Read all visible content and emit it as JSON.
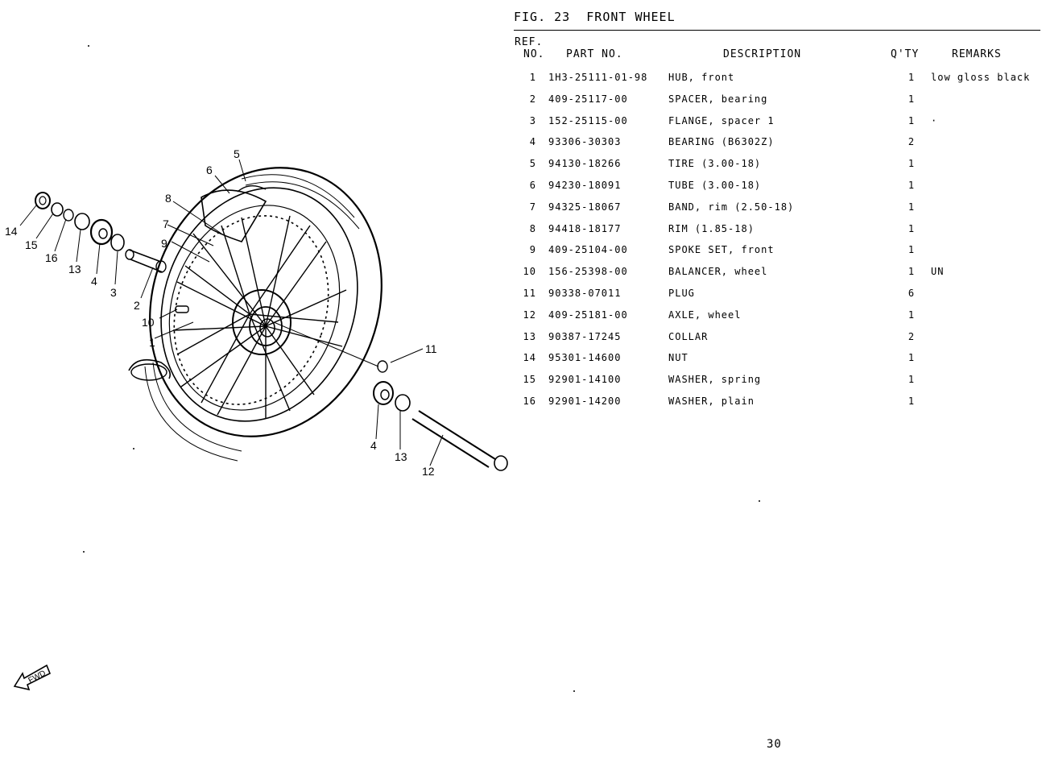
{
  "figure": {
    "title": "FIG. 23  FRONT WHEEL",
    "page_number": "30",
    "fwd_label": "FWD"
  },
  "table": {
    "headers": {
      "ref_line1": "REF.",
      "ref_line2": "NO.",
      "part_no": "PART NO.",
      "description": "DESCRIPTION",
      "qty": "Q'TY",
      "remarks": "REMARKS"
    },
    "rows": [
      {
        "ref": "1",
        "part_no": "1H3-25111-01-98",
        "description": "HUB, front",
        "qty": "1",
        "remarks": "low gloss black"
      },
      {
        "ref": "2",
        "part_no": "409-25117-00",
        "description": "SPACER, bearing",
        "qty": "1",
        "remarks": ""
      },
      {
        "ref": "3",
        "part_no": "152-25115-00",
        "description": "FLANGE, spacer 1",
        "qty": "1",
        "remarks": "·"
      },
      {
        "ref": "4",
        "part_no": "93306-30303",
        "description": "BEARING (B6302Z)",
        "qty": "2",
        "remarks": ""
      },
      {
        "ref": "5",
        "part_no": "94130-18266",
        "description": "TIRE (3.00-18)",
        "qty": "1",
        "remarks": ""
      },
      {
        "ref": "6",
        "part_no": "94230-18091",
        "description": "TUBE (3.00-18)",
        "qty": "1",
        "remarks": ""
      },
      {
        "ref": "7",
        "part_no": "94325-18067",
        "description": "BAND, rim (2.50-18)",
        "qty": "1",
        "remarks": ""
      },
      {
        "ref": "8",
        "part_no": "94418-18177",
        "description": "RIM (1.85-18)",
        "qty": "1",
        "remarks": ""
      },
      {
        "ref": "9",
        "part_no": "409-25104-00",
        "description": "SPOKE SET, front",
        "qty": "1",
        "remarks": ""
      },
      {
        "ref": "10",
        "part_no": "156-25398-00",
        "description": "BALANCER, wheel",
        "qty": "1",
        "remarks": "UN"
      },
      {
        "ref": "11",
        "part_no": "90338-07011",
        "description": "PLUG",
        "qty": "6",
        "remarks": ""
      },
      {
        "ref": "12",
        "part_no": "409-25181-00",
        "description": "AXLE, wheel",
        "qty": "1",
        "remarks": ""
      },
      {
        "ref": "13",
        "part_no": "90387-17245",
        "description": "COLLAR",
        "qty": "2",
        "remarks": ""
      },
      {
        "ref": "14",
        "part_no": "95301-14600",
        "description": "NUT",
        "qty": "1",
        "remarks": ""
      },
      {
        "ref": "15",
        "part_no": "92901-14100",
        "description": "WASHER, spring",
        "qty": "1",
        "remarks": ""
      },
      {
        "ref": "16",
        "part_no": "92901-14200",
        "description": "WASHER, plain",
        "qty": "1",
        "remarks": ""
      }
    ]
  },
  "diagram": {
    "callouts": [
      "1",
      "2",
      "3",
      "4",
      "5",
      "6",
      "7",
      "8",
      "9",
      "10",
      "11",
      "12",
      "13",
      "14",
      "15",
      "16",
      "4",
      "13"
    ]
  }
}
